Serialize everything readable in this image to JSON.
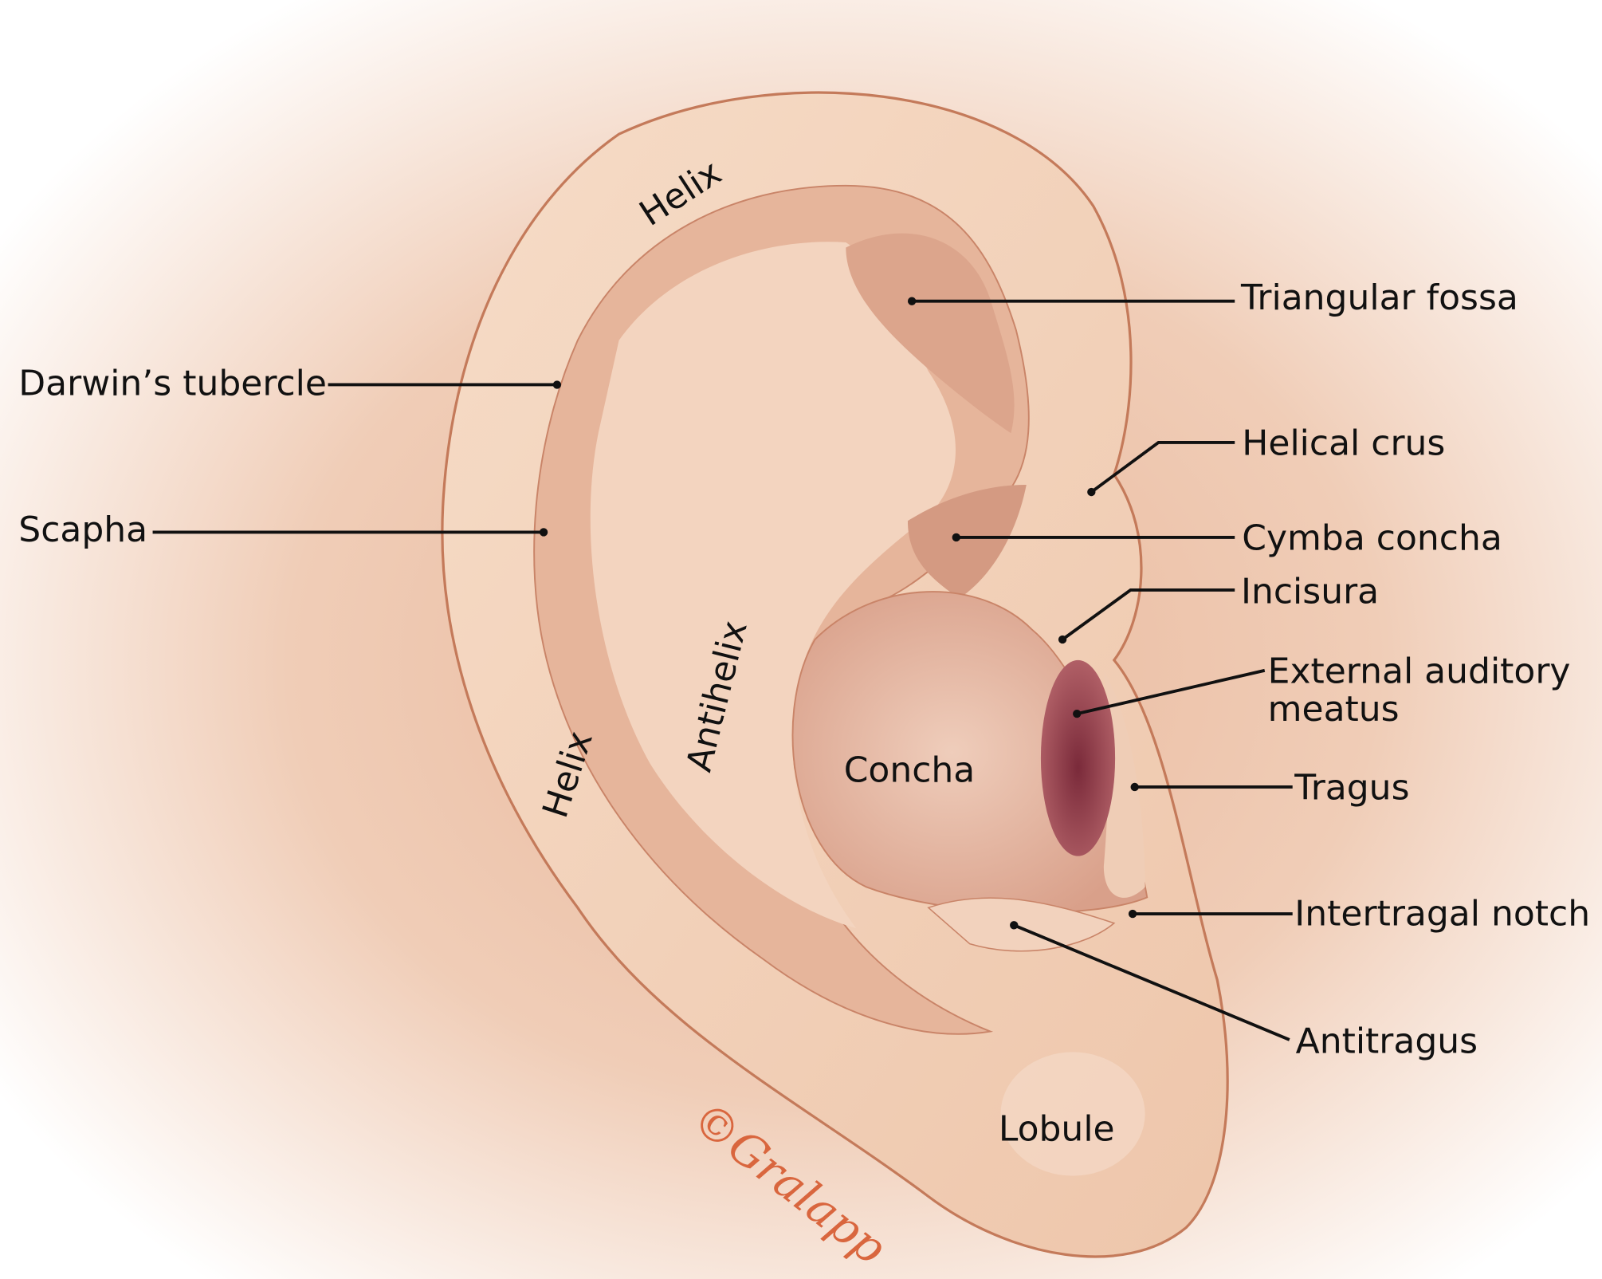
{
  "labels": {
    "helix_top": "Helix",
    "helix_left": "Helix",
    "antihelix": "Antihelix",
    "concha": "Concha",
    "lobule": "Lobule",
    "triangular_fossa": "Triangular fossa",
    "darwins_tubercle": "Darwin’s tubercle",
    "helical_crus": "Helical crus",
    "scapha": "Scapha",
    "cymba_concha": "Cymba concha",
    "incisura": "Incisura",
    "external_auditory_meatus_line1": "External auditory",
    "external_auditory_meatus_line2": "meatus",
    "tragus": "Tragus",
    "intertragal_notch": "Intertragal notch",
    "antitragus": "Antitragus"
  },
  "watermark": "©Gralapp",
  "colors": {
    "skin": "#f1cdb2",
    "outline": "#c47a5a",
    "meatus": "#8c3a48"
  }
}
